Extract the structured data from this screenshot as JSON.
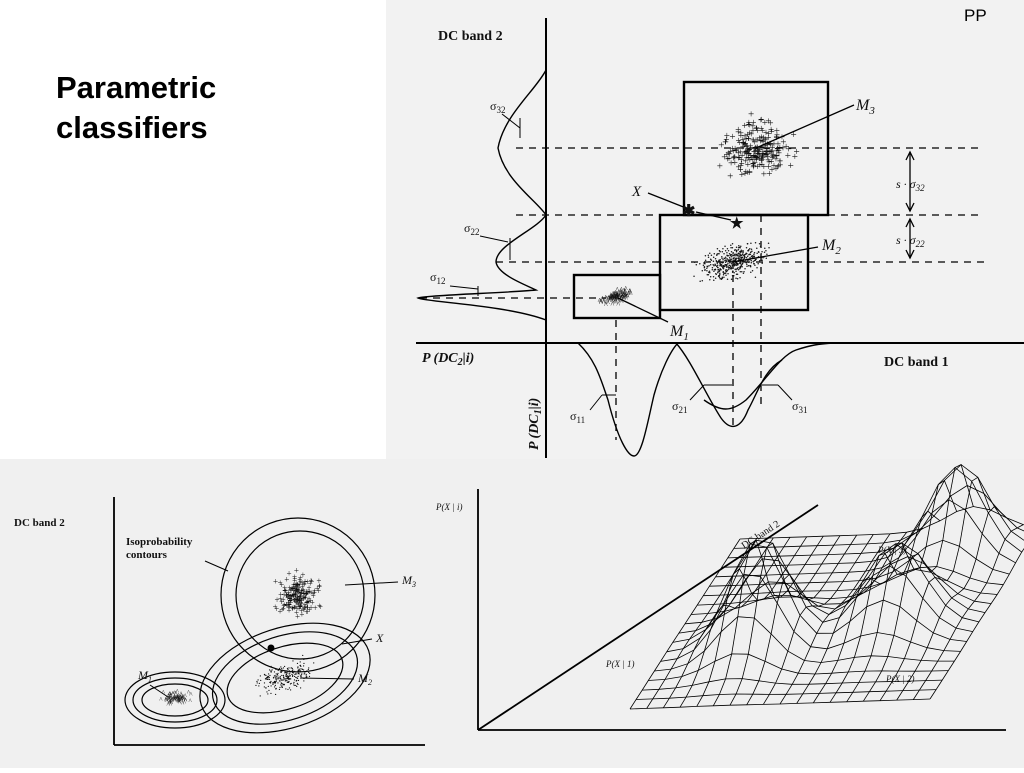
{
  "slide": {
    "title_line1": "Parametric",
    "title_line2": "classifiers",
    "corner_label": "PP"
  },
  "top_figure": {
    "y_axis_label": "DC  band 2",
    "x_axis_label": "DC  band 1",
    "left_density_label": "P (DC",
    "left_density_sub": "2",
    "left_density_tail": "|i)",
    "bottom_density_label": "P (DC",
    "bottom_density_sub": "1",
    "bottom_density_tail": "|i)",
    "class_means": [
      "M",
      "M",
      "M"
    ],
    "class_mean_subs": [
      "1",
      "2",
      "3"
    ],
    "unknown_pixel": "X",
    "sigma": "σ",
    "sigma_subs_left": [
      "32",
      "22",
      "12"
    ],
    "sigma_subs_bottom": [
      "11",
      "21",
      "31"
    ],
    "range_labels": [
      {
        "s": "s",
        "dot": "·",
        "sigma": "σ",
        "sub": "32"
      },
      {
        "s": "s",
        "dot": "·",
        "sigma": "σ",
        "sub": "22"
      }
    ]
  },
  "bottom_left_figure": {
    "y_axis_label": "DC  band 2",
    "contour_label_line1": "Isoprobability",
    "contour_label_line2": "contours",
    "class_means": [
      "M",
      "M",
      "M"
    ],
    "class_mean_subs": [
      "1",
      "2",
      "3"
    ],
    "unknown_pixel": "X"
  },
  "bottom_right_figure": {
    "z_axis_label": "P(X | i)",
    "diagonal_axis_label": "DC  band 2",
    "surface_labels": [
      "P(X | 1)",
      "P(X | 2)",
      "P(X | 3)"
    ]
  }
}
